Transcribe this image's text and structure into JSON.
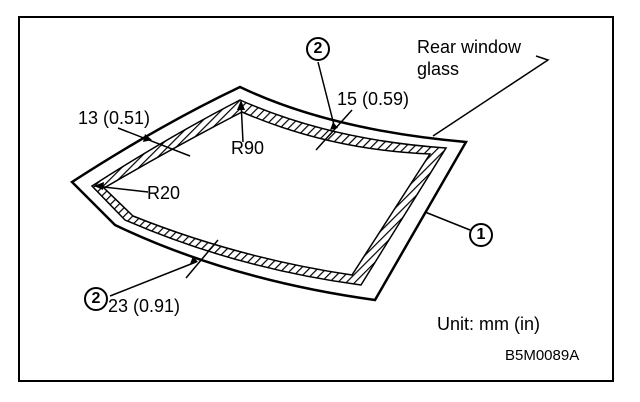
{
  "labels": {
    "rear_window_line1": "Rear window",
    "rear_window_line2": "glass",
    "dim_top": "15 (0.59)",
    "dim_left": "13 (0.51)",
    "dim_bottom": "23 (0.91)",
    "radius_top": "R90",
    "radius_left": "R20",
    "unit": "Unit: mm (in)",
    "figure_id": "B5M0089A"
  },
  "callouts": {
    "c1": "1",
    "c2_top": "2",
    "c2_bottom": "2"
  }
}
